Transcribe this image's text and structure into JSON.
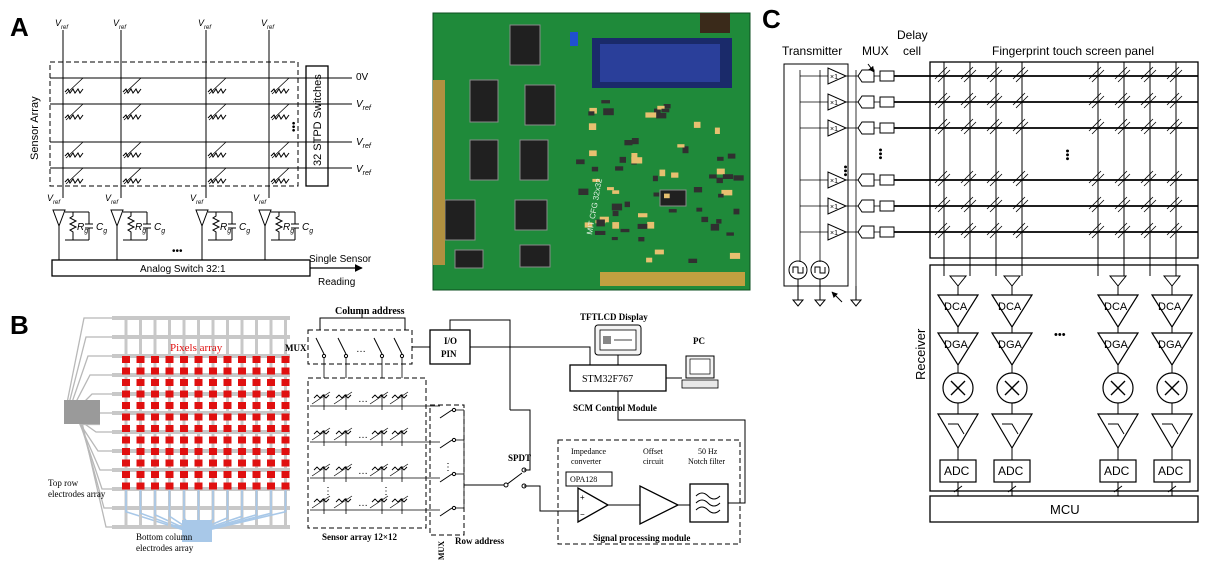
{
  "panels": {
    "a": {
      "letter": "A",
      "vref": "V",
      "vref_sub": "ref",
      "row_labels": [
        "0V",
        "V",
        "V",
        "V"
      ],
      "sensor_array": "Sensor Array",
      "switches": "32 STPD Switches",
      "analog_switch": "Analog Switch 32:1",
      "single_sensor": "Single Sensor",
      "reading": "Reading",
      "rg": "R",
      "rg_sub": "g",
      "cg": "C",
      "cg_sub": "g",
      "ellipsis": "•••",
      "pcb_text": "MIT CFG 32x32"
    },
    "b": {
      "letter": "B",
      "pixels_array": "Pixels array",
      "top_row_1": "Top row",
      "top_row_2": "electrodes array",
      "bottom_col_1": "Bottom column",
      "bottom_col_2": "electrodes array",
      "column_address": "Column  address",
      "mux": "MUX",
      "io_1": "I/O",
      "io_2": "PIN",
      "tftlcd": "TFTLCD Display",
      "pc": "PC",
      "stm": "STM32F767",
      "scm": "SCM Control Module",
      "spdt": "SPDT",
      "impedance_1": "Impedance",
      "impedance_2": "converter",
      "offset_1": "Offset",
      "offset_2": "circuit",
      "notch_1": "50 Hz",
      "notch_2": "Notch filter",
      "opa": "OPA128",
      "sensor_array": "Sensor array 12×12",
      "row_address": "Row address",
      "mux_vertical": "MUX",
      "signal_module": "Signal processing module"
    },
    "c": {
      "letter": "C",
      "transmitter": "Transmitter",
      "mux": "MUX",
      "delay_1": "Delay",
      "delay_2": "cell",
      "panel_title": "Fingerprint touch screen panel",
      "receiver": "Receiver",
      "dca": "DCA",
      "dga": "DGA",
      "adc": "ADC",
      "mcu": "MCU",
      "x1": "×1",
      "ellipsis": "•••"
    }
  },
  "colors": {
    "pcb_green": "#1f8a3a",
    "pixel_red": "#e01010",
    "bottom_blue": "#a8c8e8"
  }
}
